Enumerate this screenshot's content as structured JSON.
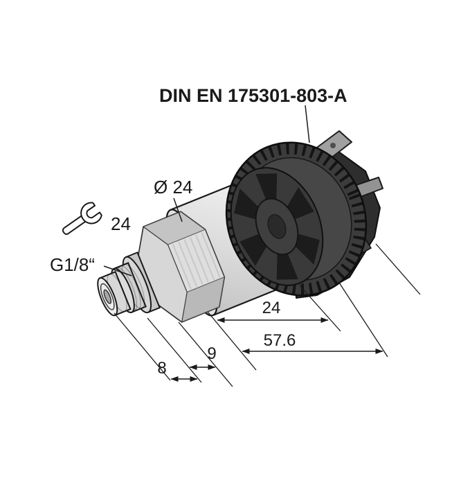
{
  "page": {
    "background": "#ffffff",
    "description": "Technical dimensional drawing of a pressure transmitter with DIN connector"
  },
  "labels": {
    "standard": "DIN EN 175301-803-A",
    "diameter": "Ø 24",
    "wrench_size": "24",
    "thread_size": "G1/8“",
    "dim_body": "24",
    "dim_overall": "57.6",
    "dim_port_outer": "9",
    "dim_port_tip": "8"
  },
  "colors": {
    "line": "#1a1a1a",
    "body_fill": "#d9d9d9",
    "hex_fill": "#d2d2d2",
    "connector_fill": "#3c3c3c",
    "terminal_fill": "#a0a0a0",
    "background": "#ffffff"
  }
}
